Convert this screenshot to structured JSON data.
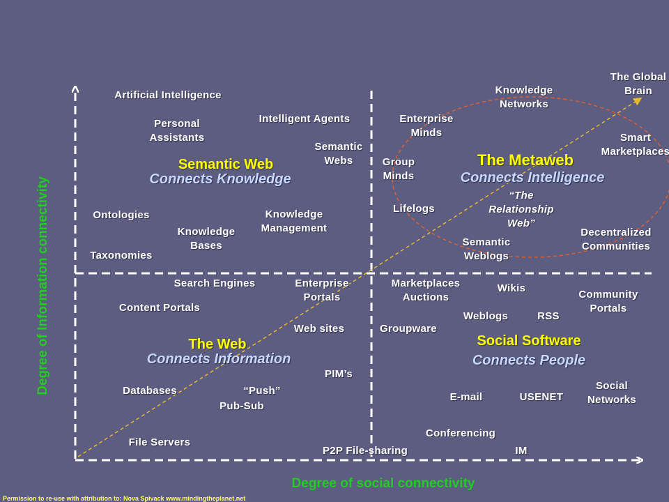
{
  "axes": {
    "y_label": "Degree of Information connectivity",
    "x_label": "Degree of social connectivity"
  },
  "quadrants": {
    "semantic_web": {
      "title": "Semantic Web",
      "subtitle": "Connects Knowledge"
    },
    "metaweb": {
      "title": "The Metaweb",
      "subtitle": "Connects Intelligence"
    },
    "the_web": {
      "title": "The Web",
      "subtitle": "Connects Information"
    },
    "social_software": {
      "title": "Social Software",
      "subtitle": "Connects People"
    }
  },
  "labels": {
    "artificial_intelligence": "Artificial Intelligence",
    "personal_assistants": [
      "Personal",
      "Assistants"
    ],
    "intelligent_agents": "Intelligent Agents",
    "semantic_webs": [
      "Semantic",
      "Webs"
    ],
    "ontologies": "Ontologies",
    "knowledge_management": [
      "Knowledge",
      "Management"
    ],
    "knowledge_bases": [
      "Knowledge",
      "Bases"
    ],
    "taxonomies": "Taxonomies",
    "knowledge_networks": [
      "Knowledge",
      "Networks"
    ],
    "global_brain": [
      "The Global",
      "Brain"
    ],
    "enterprise_minds": [
      "Enterprise",
      "Minds"
    ],
    "smart_marketplaces": [
      "Smart",
      "Marketplaces"
    ],
    "group_minds": [
      "Group",
      "Minds"
    ],
    "lifelogs": "Lifelogs",
    "relationship_web": [
      "“The",
      "Relationship",
      "Web”"
    ],
    "decentralized_communities": [
      "Decentralized",
      "Communities"
    ],
    "semantic_weblogs": [
      "Semantic",
      "Weblogs"
    ],
    "search_engines": "Search Engines",
    "enterprise_portals": [
      "Enterprise",
      "Portals"
    ],
    "content_portals": "Content Portals",
    "web_sites": "Web sites",
    "pims": "PIM’s",
    "databases": "Databases",
    "push": "“Push”",
    "pub_sub": "Pub-Sub",
    "file_servers": "File Servers",
    "p2p": "P2P File-sharing",
    "marketplaces_auctions": [
      "Marketplaces",
      "Auctions"
    ],
    "wikis": "Wikis",
    "community_portals": [
      "Community",
      "Portals"
    ],
    "weblogs": "Weblogs",
    "rss": "RSS",
    "groupware": "Groupware",
    "email": "E-mail",
    "usenet": "USENET",
    "social_networks": [
      "Social",
      "Networks"
    ],
    "conferencing": "Conferencing",
    "im": "IM"
  },
  "footer": {
    "permission": "Permission to re-use with attribution to: Nova Spivack www.mindingtheplanet.net"
  },
  "colors": {
    "background": "#5c5d80",
    "quadrant_title": "#ffff00",
    "quadrant_subtitle": "#c7d7ff",
    "axis_label": "#22cc22",
    "trend_arrow": "#e8b830",
    "metaweb_ellipse": "#e06030"
  }
}
